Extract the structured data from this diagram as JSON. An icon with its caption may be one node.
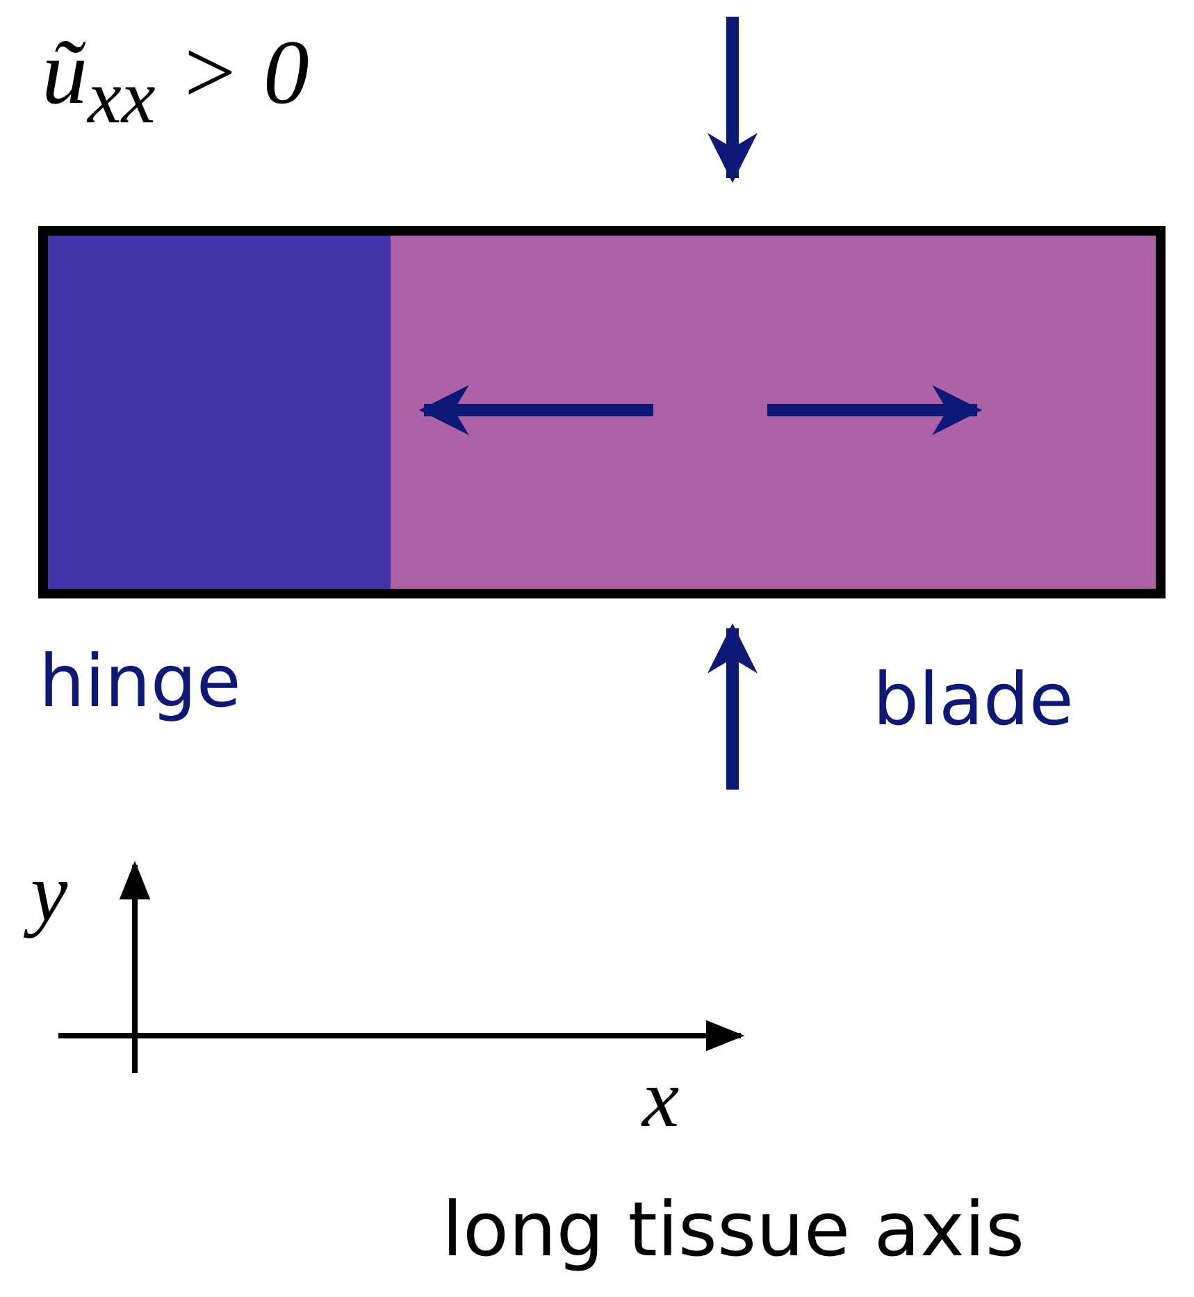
{
  "diagram": {
    "labels": [
      "ũ$_{xx}$ > 0",
      "hinge",
      "blade",
      "y",
      "x",
      "long tissue axis"
    ]
  }
}
